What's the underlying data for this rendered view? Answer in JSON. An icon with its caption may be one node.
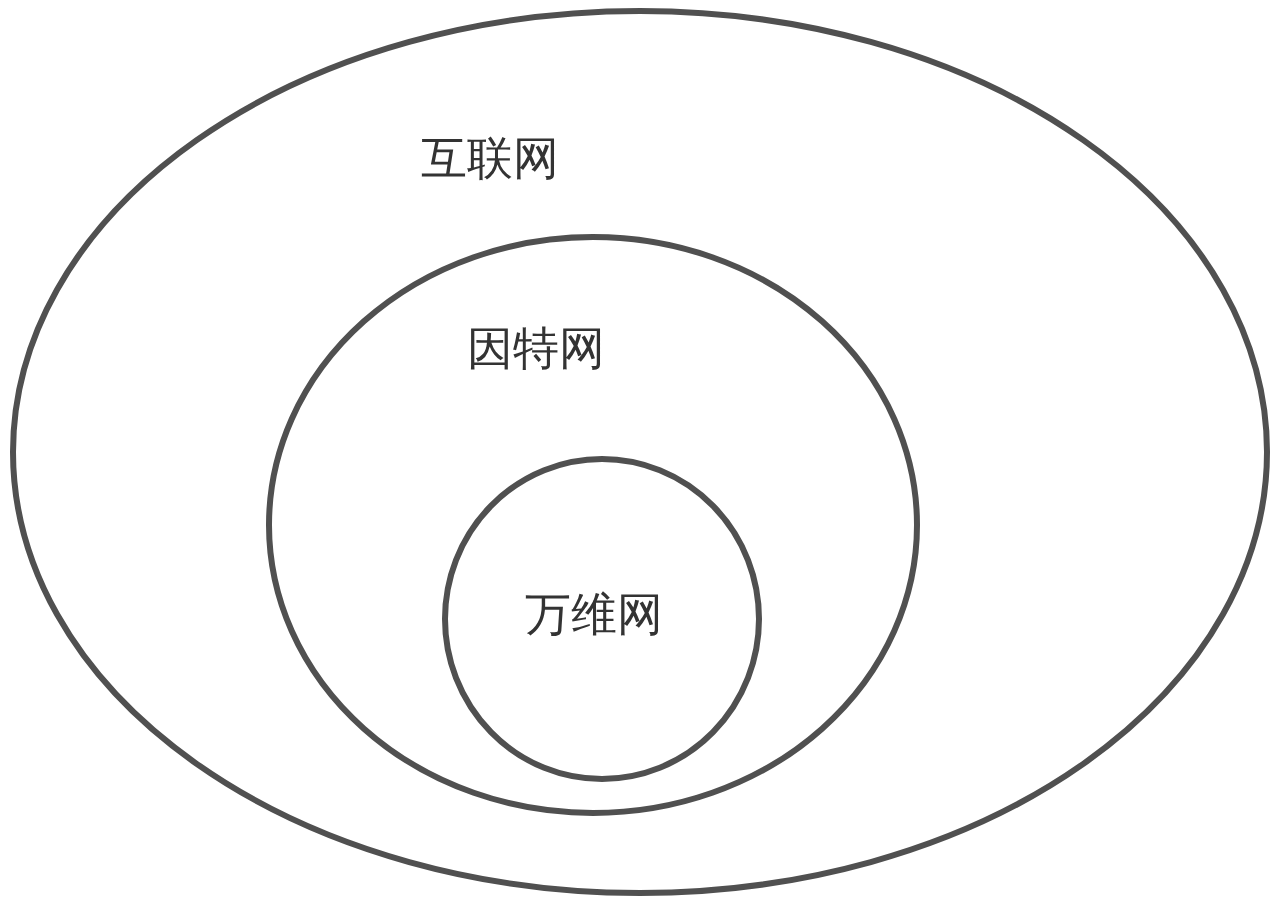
{
  "diagram": {
    "nodes": [
      {
        "text": [
          "互联网"
        ]
      },
      {
        "text": [
          "因特网"
        ],
        "in": 0
      },
      {
        "text": [
          "万维网"
        ],
        "in": 1
      }
    ]
  }
}
